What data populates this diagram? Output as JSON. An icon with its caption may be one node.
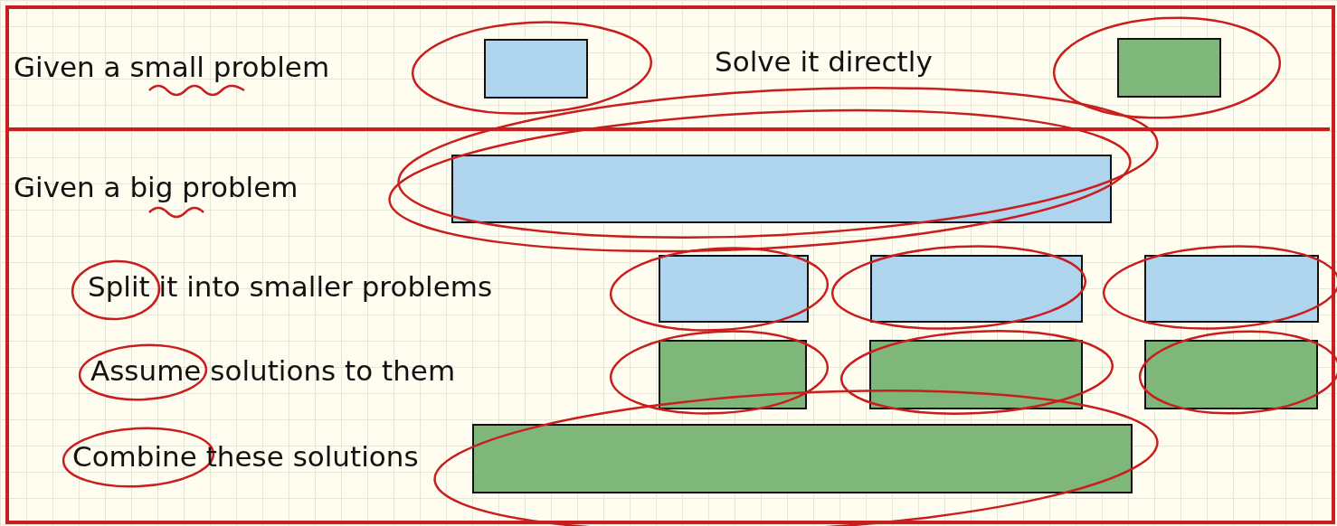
{
  "diagram": {
    "nodes": [
      {
        "text": [],
        "shape": "box"
      },
      {
        "text": [],
        "shape": "box"
      },
      {
        "text": [],
        "shape": "box"
      },
      {
        "text": [],
        "shape": "box"
      },
      {
        "text": [],
        "shape": "box"
      },
      {
        "text": [],
        "shape": "box"
      },
      {
        "text": [],
        "shape": "box"
      },
      {
        "text": [],
        "shape": "box"
      },
      {
        "text": [],
        "shape": "box"
      },
      {
        "text": [],
        "shape": "box"
      }
    ],
    "edges": [],
    "labels": [
      "Given a small problem",
      "Solve it directly",
      "Given a big problem",
      "Split it into smaller problems",
      "Assume solutions to them",
      "Combine these solutions"
    ]
  }
}
